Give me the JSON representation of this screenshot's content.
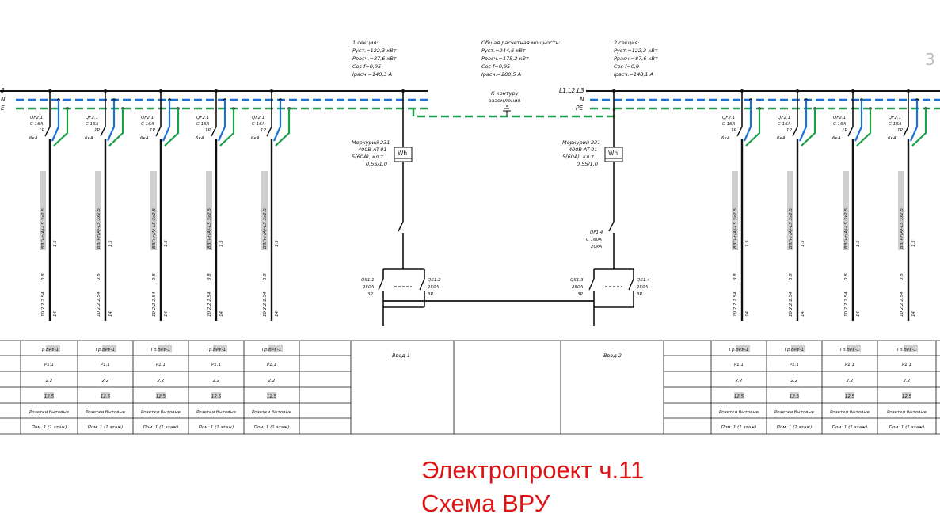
{
  "title_line1": "Электропроект ч.11",
  "title_line2": "Схема ВРУ",
  "corner_mark": "3",
  "bus": {
    "left_labels": [
      "3",
      "N",
      "E"
    ],
    "right_phase_label": "L1,L2,L3",
    "right_n_label": "N",
    "right_pe_label": "PE"
  },
  "section1": [
    "1 секция:",
    "Руст.=122,3 кВт",
    "Ррасч.=87,6 кВт",
    "Cos f=0,95",
    "Iрасч.=140,3 А"
  ],
  "total": [
    "Общая расчетная мощность:",
    "Руст.=244,6 кВт",
    "Ррасч.=175,2 кВт",
    "Cos f=0,95",
    "Iрасч.=280,5 А"
  ],
  "section2": [
    "2 секция:",
    "Руст.=122,3 кВт",
    "Ррасч.=87,6 кВт",
    "Cos f=0,9",
    "Iрасч.=148,1 А"
  ],
  "ground": [
    "К контуру",
    "заземления"
  ],
  "feeder_breaker": [
    "QF2.1",
    "C 16A",
    "1P",
    "6кА"
  ],
  "cable_label": [
    "1.5",
    "ВВГнг(А)-LS 3х2.5",
    "14",
    "0.8",
    "2.54",
    "2.2",
    "10"
  ],
  "meter": {
    "lines": [
      "Меркурий 231",
      "400В AT-01",
      "5(60А), кл.т.",
      "0,5S/1,0"
    ],
    "symbol": "Wh"
  },
  "main_breaker": [
    "QF1.4",
    "C 160A",
    "20кА"
  ],
  "switches_left": {
    "a": [
      "QS1.1",
      "250A",
      "3P"
    ],
    "b": [
      "QS1.2",
      "250A",
      "3P"
    ]
  },
  "switches_right": {
    "a": [
      "QS1.3",
      "250A",
      "3P"
    ],
    "b": [
      "QS1.4",
      "250A",
      "3P"
    ]
  },
  "table": {
    "group": "Гр.ВРУ-1",
    "breaker": "P1.1",
    "power": "2.2",
    "current": "12.5",
    "name": "Розетки бытовые",
    "place": "Пом. 1 (1 этаж)",
    "input1": "Ввод 1",
    "input2": "Ввод 2"
  }
}
